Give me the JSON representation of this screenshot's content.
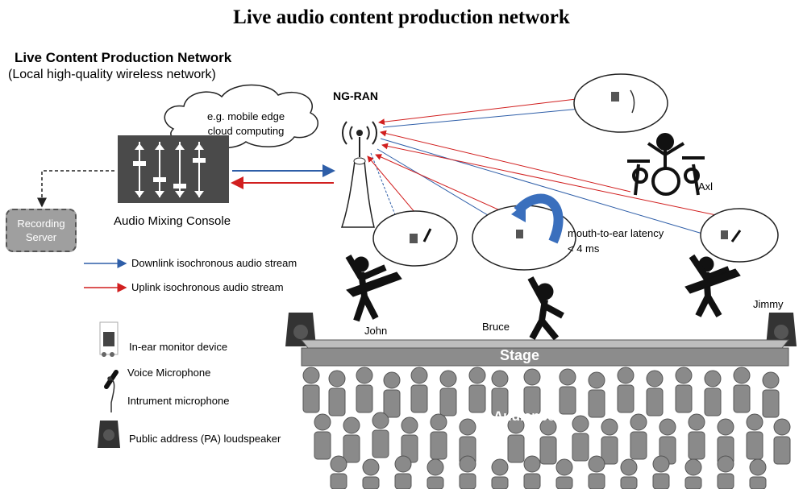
{
  "title": "Live audio content production network",
  "network": {
    "title": "Live Content Production Network",
    "subtitle": "(Local high-quality wireless network)"
  },
  "ran_label": "NG-RAN",
  "cloud": {
    "line1": "e.g. mobile edge",
    "line2": "cloud computing"
  },
  "console_label": "Audio Mixing Console",
  "recording_server": {
    "line1": "Recording",
    "line2": "Server"
  },
  "legend": {
    "downlink": "Downlink isochronous audio stream",
    "uplink": "Uplink isochronous audio stream",
    "in_ear": "In-ear monitor device",
    "voice_mic": "Voice Microphone",
    "instrument_mic": "Intrument microphone",
    "pa": "Public address (PA) loudspeaker"
  },
  "musicians": {
    "john": "John",
    "bruce": "Bruce",
    "jimmy": "Jimmy",
    "axl": "Axl"
  },
  "latency": "mouth-to-ear latency < 4 ms",
  "stage_label": "Stage",
  "audience_label": "Audience",
  "colors": {
    "downlink": "#2e5ea8",
    "uplink": "#d11f1f",
    "console": "#4a4a4a",
    "crowd": "#8a8a8a",
    "stage": "#8c8c8c"
  }
}
